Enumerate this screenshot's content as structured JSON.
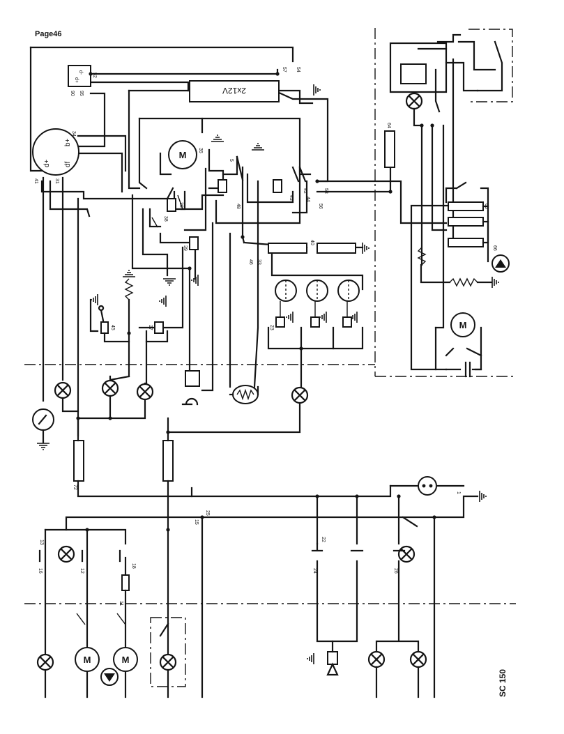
{
  "header": {
    "page_label": "Page46"
  },
  "footer": {
    "code": "SC 150"
  },
  "battery": {
    "label": "2x12V"
  },
  "dynamo": {
    "t_dplus": "d+",
    "t_bplus": "b+",
    "t_df": "df"
  },
  "regulator": {
    "t_dminus": "d-",
    "t_dplus": "d+"
  },
  "wire_numbers": {
    "n52": "52",
    "n54": "54",
    "n57": "57",
    "n90": "90",
    "n95": "95",
    "n34": "34",
    "n36": "36",
    "n38": "38",
    "n39": "39",
    "n41": "41",
    "n31": "31",
    "n35": "35",
    "n37": "37",
    "n45": "45",
    "n42": "42",
    "n43": "43",
    "n44": "44",
    "n46": "46",
    "n48": "48",
    "n40": "40",
    "n33": "33",
    "n53": "53",
    "n56": "56",
    "n64": "64",
    "n65": "65",
    "n66": "66",
    "n23": "23",
    "n22": "22",
    "n25": "25",
    "n1": "1",
    "n15": "15",
    "n13": "13",
    "n12": "12",
    "n11": "11",
    "n16": "16",
    "n18": "18",
    "n24": "24",
    "n26": "26",
    "n72": "72",
    "n5": "5"
  }
}
